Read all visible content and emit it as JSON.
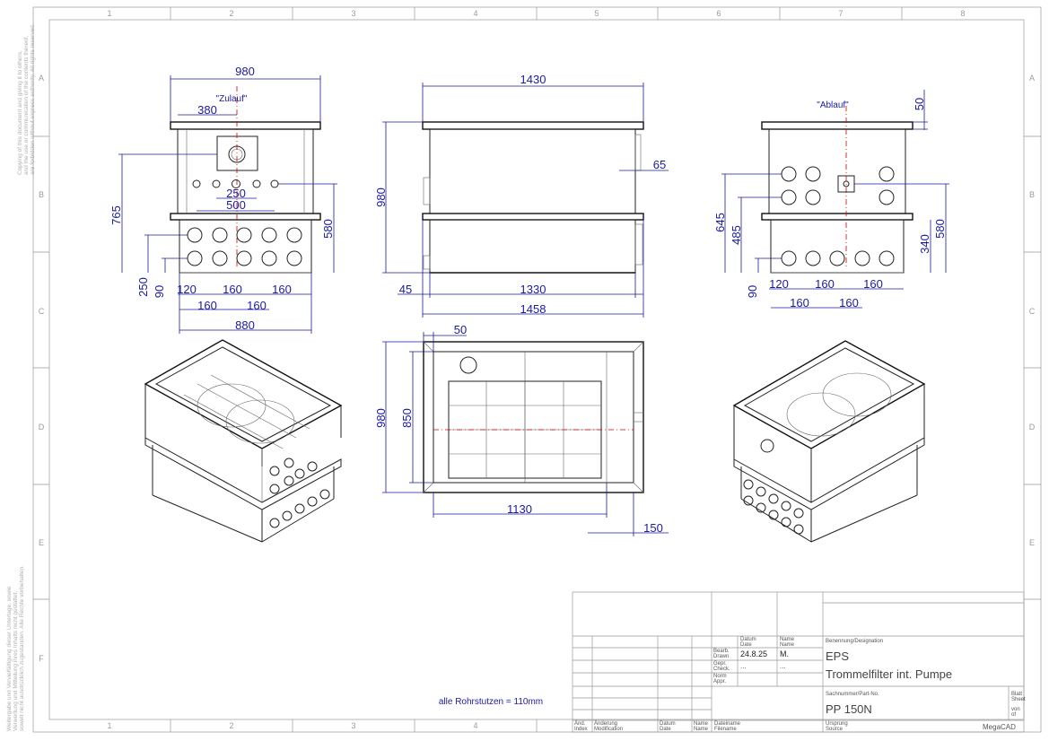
{
  "grid": {
    "columns": [
      "1",
      "2",
      "3",
      "4",
      "5",
      "6",
      "7",
      "8"
    ],
    "rows": [
      "A",
      "B",
      "C",
      "D",
      "E",
      "F"
    ]
  },
  "side_text": {
    "top": [
      "Copying of this document and giving it to others,",
      "and the use or communication of the contents thereof,",
      "are forbidden without express authority. All rights reserved."
    ],
    "bottom": [
      "Weitergabe und Vervielfältigung dieser Unterlage, sowie",
      "Verwertung und Mitteilung ihres Inhalts nicht gestattet,",
      "soweit nicht ausdrücklich zugestanden. Alle Rechte vorbehalten."
    ]
  },
  "front_view": {
    "label_inlet": "\"Zulauf\"",
    "dims": {
      "w980": "980",
      "d380": "380",
      "d250": "250",
      "d500": "500",
      "d765": "765",
      "d580": "580",
      "d250v": "250",
      "d90": "90",
      "d120": "120",
      "d160a": "160",
      "d160b": "160",
      "d160c": "160",
      "d160d": "160",
      "d880": "880"
    }
  },
  "side_view": {
    "dims": {
      "d1430": "1430",
      "d980": "980",
      "d65": "65",
      "d45": "45",
      "d1330": "1330",
      "d1458": "1458"
    }
  },
  "back_view": {
    "label_outlet": "\"Ablauf\"",
    "dims": {
      "d50": "50",
      "d645": "645",
      "d485": "485",
      "d340": "340",
      "d580": "580",
      "d90": "90",
      "d120": "120",
      "d160a": "160",
      "d160b": "160",
      "d160c": "160",
      "d160d": "160"
    }
  },
  "top_view": {
    "dims": {
      "d50": "50",
      "d980": "980",
      "d850": "850",
      "d1130": "1130",
      "d150": "150"
    }
  },
  "note": "alle Rohrstutzen =  110mm",
  "title_block": {
    "row_labels": [
      "Bearb.",
      "Drawn",
      "Gepr.",
      "Check.",
      "Norm",
      "Appr."
    ],
    "datum_label": "Datum",
    "date_label": "Date",
    "name_label": "Name",
    "name2_label": "Name",
    "date_value": "24.8.25",
    "name_value": "M.",
    "dots1": "...",
    "dots2": "...",
    "designation_label": "Benennung/Designation",
    "line1": "EPS",
    "line2": "Trommelfilter int. Pumpe",
    "part_no_label": "Sachnummer/Part-No.",
    "part_no": "PP 150N",
    "sheet_label1": "Blatt",
    "sheet_label2": "Sheet",
    "of_label1": "von",
    "of_label2": "of",
    "origin_label1": "Ursprung",
    "origin_label2": "Source",
    "brand": "MegaCAD",
    "rev_cols": [
      "Änd.",
      "Index",
      "Änderung",
      "Modification",
      "Datum",
      "Date",
      "Name",
      "Name",
      "Dateiname",
      "Filename"
    ]
  }
}
